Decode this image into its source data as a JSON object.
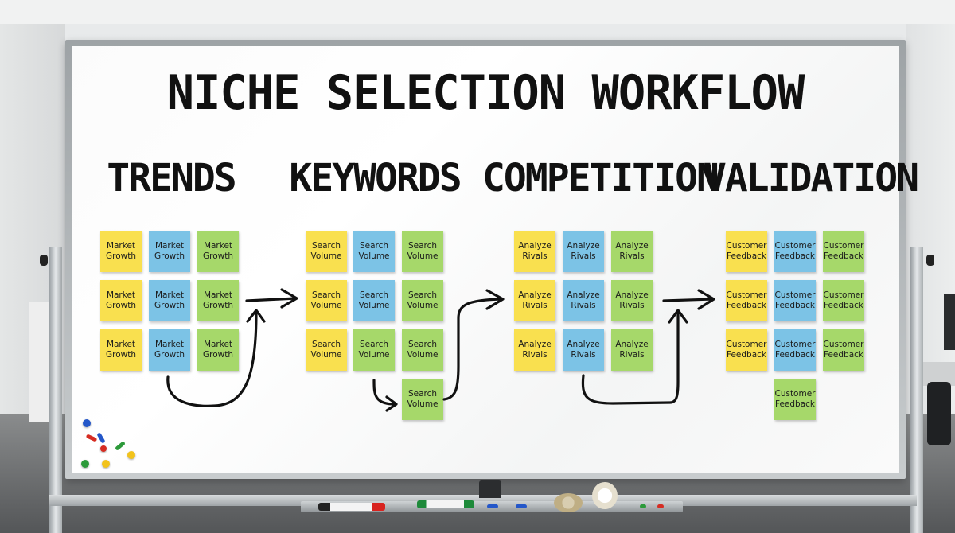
{
  "board": {
    "title": "NICHE SELECTION WORKFLOW"
  },
  "colors": {
    "yellow": "#f9e04f",
    "blue": "#7cc3e6",
    "green": "#a6d86a"
  },
  "columns": [
    {
      "title": "TRENDS",
      "notes": [
        {
          "text": "Market\nGrowth",
          "color": "yellow"
        },
        {
          "text": "Market\nGrowth",
          "color": "blue"
        },
        {
          "text": "Market\nGrowth",
          "color": "green"
        },
        {
          "text": "Market\nGrowth",
          "color": "yellow"
        },
        {
          "text": "Market\nGrowth",
          "color": "blue"
        },
        {
          "text": "Market\nGrowth",
          "color": "green"
        },
        {
          "text": "Market\nGrowth",
          "color": "yellow"
        },
        {
          "text": "Market\nGrowth",
          "color": "blue"
        },
        {
          "text": "Market\nGrowth",
          "color": "green"
        }
      ]
    },
    {
      "title": "KEYWORDS",
      "notes": [
        {
          "text": "Search\nVolume",
          "color": "yellow"
        },
        {
          "text": "Search\nVolume",
          "color": "blue"
        },
        {
          "text": "Search\nVolume",
          "color": "green"
        },
        {
          "text": "Search\nVolume",
          "color": "yellow"
        },
        {
          "text": "Search\nVolume",
          "color": "blue"
        },
        {
          "text": "Search\nVolume",
          "color": "green"
        },
        {
          "text": "Search\nVolume",
          "color": "yellow"
        },
        {
          "text": "Search\nVolume",
          "color": "green"
        },
        {
          "text": "Search\nVolume",
          "color": "green"
        },
        {
          "text": "Search\nVolume",
          "color": "green"
        }
      ]
    },
    {
      "title": "COMPETITION",
      "notes": [
        {
          "text": "Analyze\nRivals",
          "color": "yellow"
        },
        {
          "text": "Analyze\nRivals",
          "color": "blue"
        },
        {
          "text": "Analyze\nRivals",
          "color": "green"
        },
        {
          "text": "Analyze\nRivals",
          "color": "yellow"
        },
        {
          "text": "Analyze\nRivals",
          "color": "blue"
        },
        {
          "text": "Analyze\nRivals",
          "color": "green"
        },
        {
          "text": "Analyze\nRivals",
          "color": "yellow"
        },
        {
          "text": "Analyze\nRivals",
          "color": "blue"
        },
        {
          "text": "Analyze\nRivals",
          "color": "green"
        }
      ]
    },
    {
      "title": "VALIDATION",
      "notes": [
        {
          "text": "Customer\nFeedback",
          "color": "yellow"
        },
        {
          "text": "Customer\nFeedback",
          "color": "blue"
        },
        {
          "text": "Customer\nFeedback",
          "color": "green"
        },
        {
          "text": "Customer\nFeedback",
          "color": "yellow"
        },
        {
          "text": "Customer\nFeedback",
          "color": "blue"
        },
        {
          "text": "Customer\nFeedback",
          "color": "green"
        },
        {
          "text": "Customer\nFeedback",
          "color": "yellow"
        },
        {
          "text": "Customer\nFeedback",
          "color": "blue"
        },
        {
          "text": "Customer\nFeedback",
          "color": "green"
        },
        {
          "text": "Customer\nFeedback",
          "color": "green"
        }
      ]
    }
  ]
}
